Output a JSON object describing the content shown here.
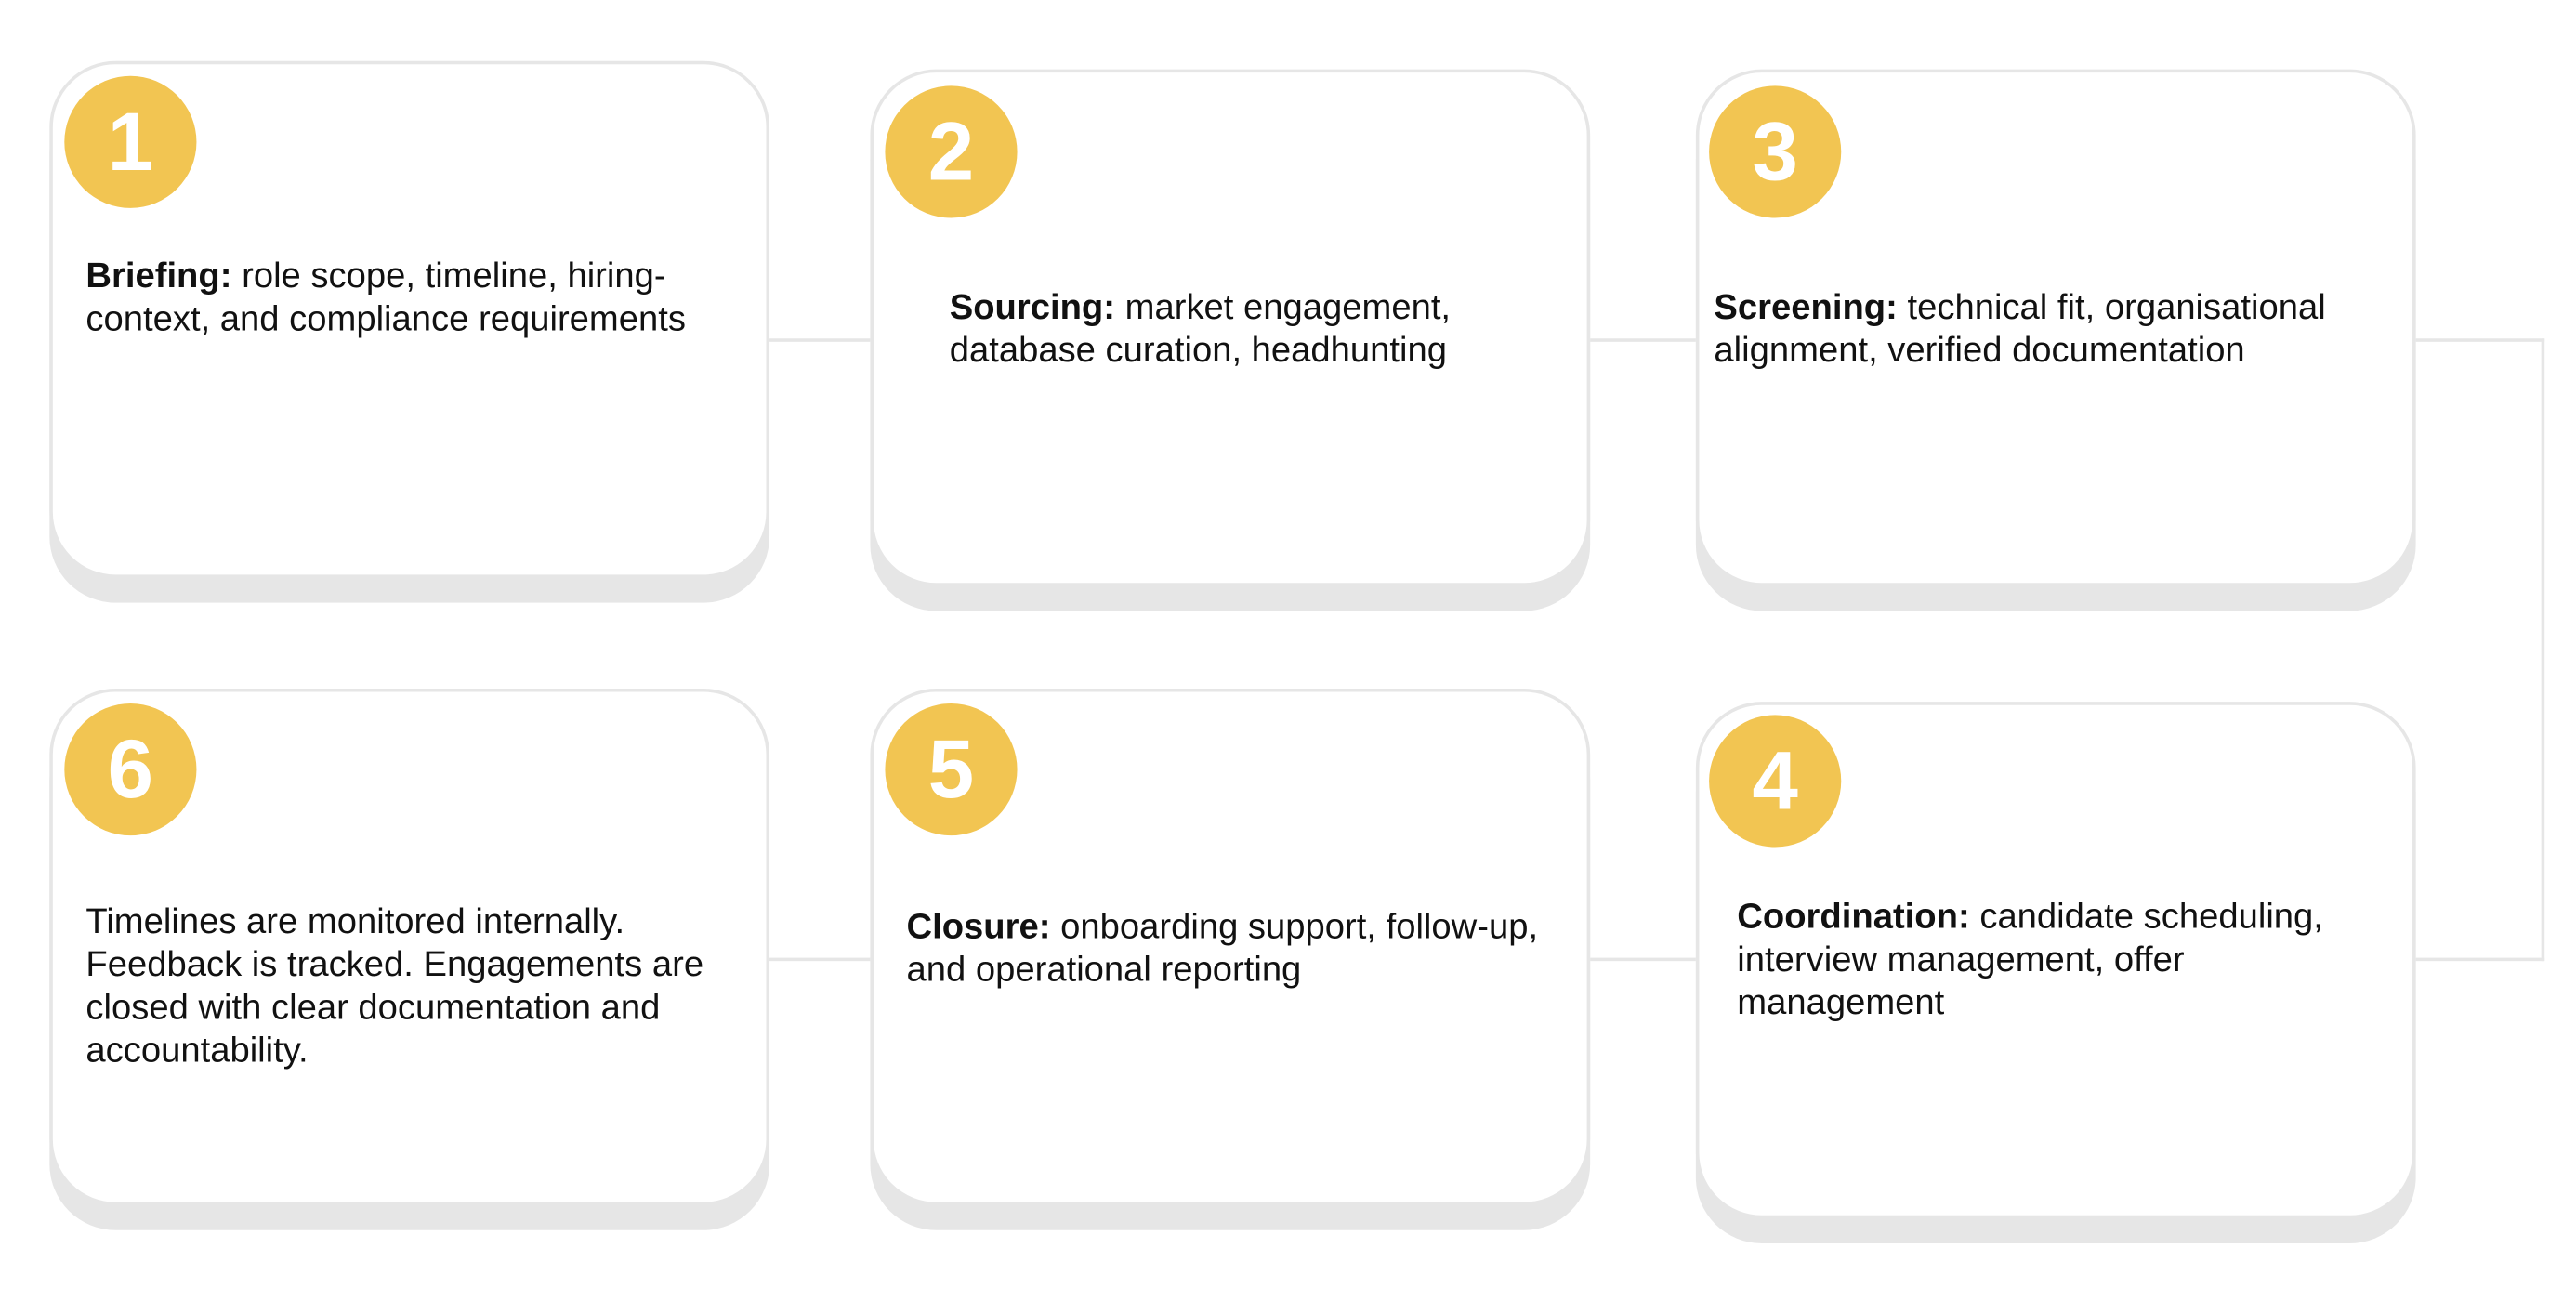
{
  "colors": {
    "badge": "#F2C552",
    "border": "#e6e6e6",
    "text": "#111111"
  },
  "steps": [
    {
      "number": "1",
      "title": "Briefing:",
      "body": "role scope, timeline, hiring-context, and compliance requirements"
    },
    {
      "number": "2",
      "title": "Sourcing:",
      "body": "market engagement, database curation, headhunting"
    },
    {
      "number": "3",
      "title": "Screening:",
      "body": "technical fit, organisational alignment, verified documentation"
    },
    {
      "number": "4",
      "title": "Coordination:",
      "body": "candidate scheduling, interview management, offer management"
    },
    {
      "number": "5",
      "title": "Closure:",
      "body": "onboarding support, follow-up, and operational reporting"
    },
    {
      "number": "6",
      "title": "",
      "body": "Timelines are monitored internally. Feedback is tracked. Engagements are closed with clear documentation and accountability."
    }
  ]
}
